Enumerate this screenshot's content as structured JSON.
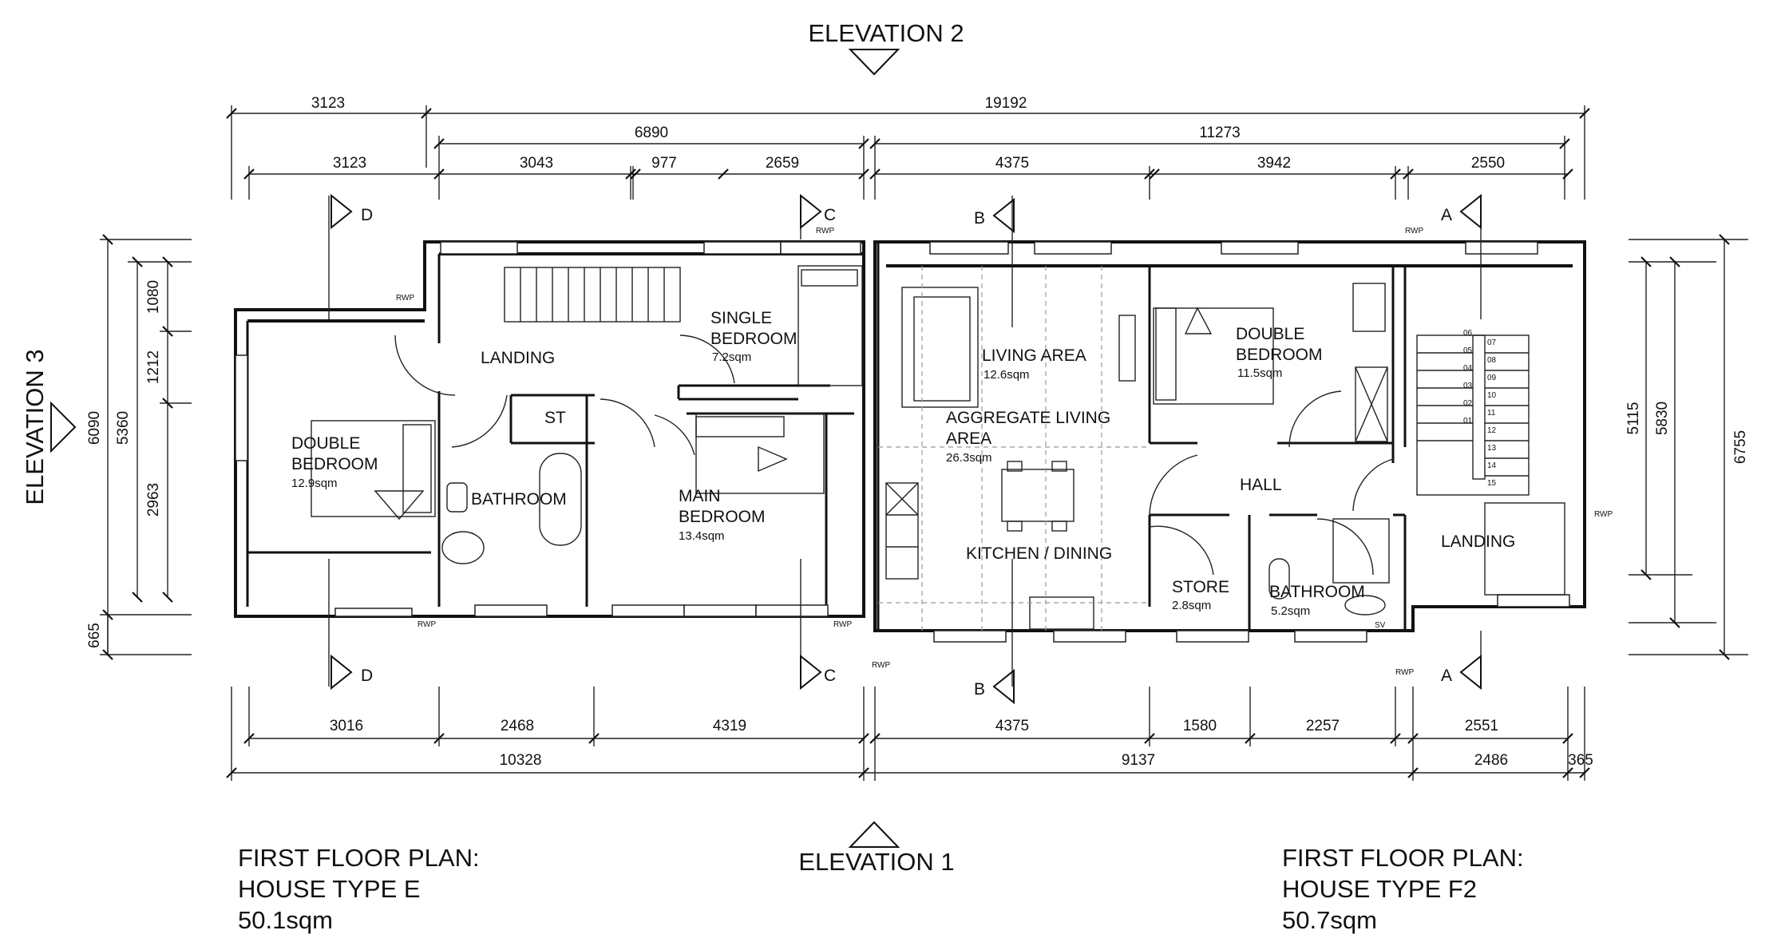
{
  "elevations": {
    "e1": "ELEVATION 1",
    "e2": "ELEVATION 2",
    "e3": "ELEVATION 3"
  },
  "sections": {
    "a": "A",
    "b": "B",
    "c": "C",
    "d": "D"
  },
  "dims": {
    "top_overall_left": "3123",
    "top_overall_right": "19192",
    "top_mid_e": "6890",
    "top_mid_f2": "11273",
    "top_d1": "3123",
    "top_d2": "3043",
    "top_d3": "977",
    "top_d4": "2659",
    "top_d5": "4375",
    "top_d6": "3942",
    "top_d7": "2550",
    "bot_d1": "3016",
    "bot_d2": "2468",
    "bot_d3": "4319",
    "bot_d4": "4375",
    "bot_d5": "1580",
    "bot_d6": "2257",
    "bot_d7": "2551",
    "bot_overall_e": "10328",
    "bot_overall_f2": "9137",
    "bot_o3": "2486",
    "bot_o4": "365",
    "left_a": "1080",
    "left_b": "1212",
    "left_c": "2963",
    "left_d": "5360",
    "left_e": "6090",
    "left_f": "665",
    "right_a": "5115",
    "right_b": "5830",
    "right_c": "6755"
  },
  "rooms": {
    "landing_e": "LANDING",
    "single_bed": "SINGLE\nBEDROOM",
    "single_bed_area": "7.2sqm",
    "double_bed_e": "DOUBLE\nBEDROOM",
    "double_bed_e_area": "12.9sqm",
    "st": "ST",
    "bathroom_e": "BATHROOM",
    "main_bed": "MAIN\nBEDROOM",
    "main_bed_area": "13.4sqm",
    "living": "LIVING AREA",
    "living_area": "12.6sqm",
    "aggregate": "AGGREGATE LIVING\nAREA",
    "aggregate_area": "26.3sqm",
    "kitchen": "KITCHEN / DINING",
    "double_bed_f": "DOUBLE\nBEDROOM",
    "double_bed_f_area": "11.5sqm",
    "hall": "HALL",
    "store": "STORE",
    "store_area": "2.8sqm",
    "bathroom_f": "BATHROOM",
    "bathroom_f_area": "5.2sqm",
    "landing_f": "LANDING",
    "rwp": "RWP",
    "sv": "SV"
  },
  "titles": {
    "left_line1": "FIRST FLOOR PLAN:",
    "left_line2": "HOUSE TYPE E",
    "left_line3": "50.1sqm",
    "right_line1": "FIRST FLOOR PLAN:",
    "right_line2": "HOUSE TYPE F2",
    "right_line3": "50.7sqm"
  },
  "stair_steps": [
    "06",
    "05",
    "04",
    "03",
    "02",
    "01",
    "07",
    "08",
    "09",
    "10",
    "11",
    "12",
    "13",
    "14",
    "15"
  ]
}
